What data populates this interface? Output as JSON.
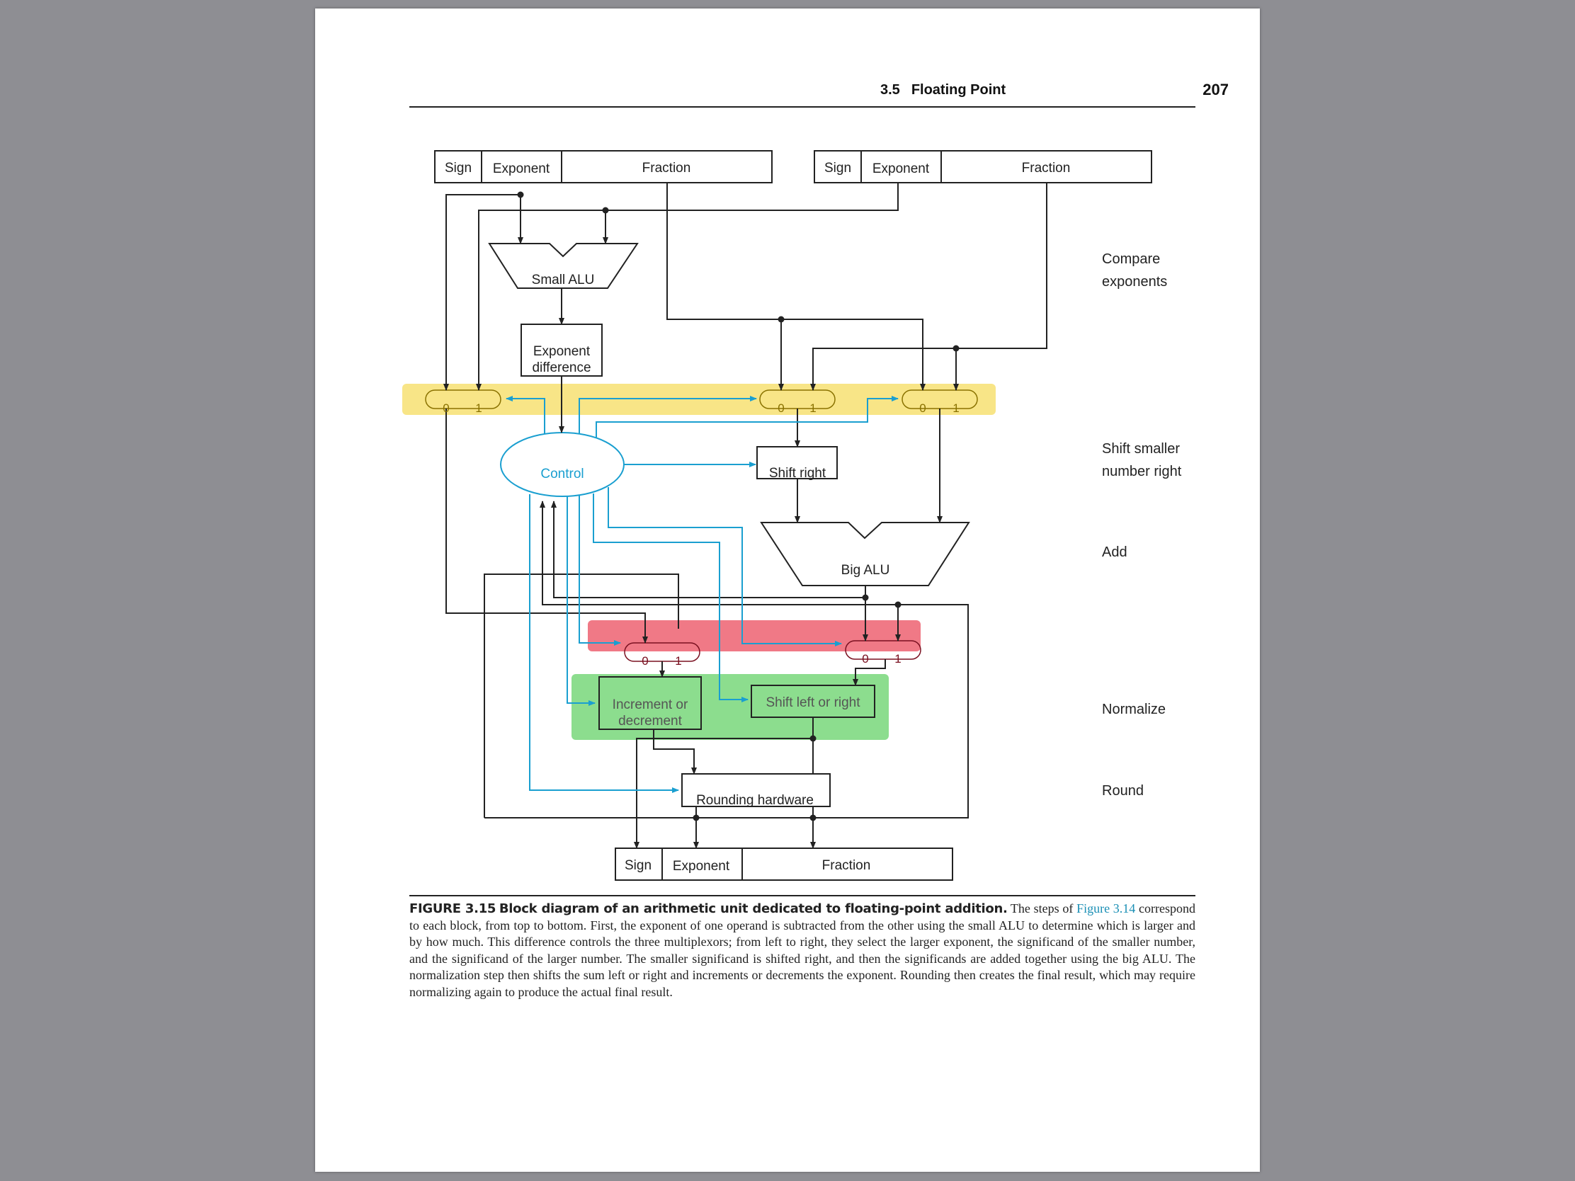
{
  "header": {
    "section_number": "3.5",
    "section_title": "Floating Point",
    "page_number": "207"
  },
  "diagram": {
    "input_a": {
      "sign": "Sign",
      "exponent": "Exponent",
      "fraction": "Fraction"
    },
    "input_b": {
      "sign": "Sign",
      "exponent": "Exponent",
      "fraction": "Fraction"
    },
    "output": {
      "sign": "Sign",
      "exponent": "Exponent",
      "fraction": "Fraction"
    },
    "small_alu": "Small ALU",
    "exponent_difference": [
      "Exponent",
      "difference"
    ],
    "control": "Control",
    "shift_right": "Shift right",
    "big_alu": "Big ALU",
    "increment_or_decrement": [
      "Increment or",
      "decrement"
    ],
    "shift_left_or_right": "Shift left or right",
    "rounding_hardware": "Rounding hardware",
    "mux_labels": [
      "0",
      "1"
    ],
    "steps": [
      {
        "lines": [
          "Compare",
          "exponents"
        ]
      },
      {
        "lines": [
          "Shift smaller",
          "number right"
        ]
      },
      {
        "lines": [
          "Add"
        ]
      },
      {
        "lines": [
          "Normalize"
        ]
      },
      {
        "lines": [
          "Round"
        ]
      }
    ],
    "highlight_colors": {
      "yellow": "#f7e27a",
      "red": "#ec5868",
      "green": "#6bd46e",
      "control_blue": "#1a9fd0"
    }
  },
  "caption": {
    "label": "FIGURE 3.15",
    "title": "Block diagram of an arithmetic unit dedicated to floating-point addition.",
    "text_before_link": " The steps of ",
    "link": "Figure 3.14",
    "text_after_link": " correspond to each block, from top to bottom. First, the exponent of one operand is subtracted from the other using the small ALU to determine which is larger and by how much. This difference controls the three multiplexors; from left to right, they select the larger exponent, the significand of the smaller number, and the significand of the larger number. The smaller significand is shifted right, and then the significands are added together using the big ALU. The normalization step then shifts the sum left or right and increments or decrements the exponent. Rounding then creates the final result, which may require normalizing again to produce the actual final result."
  }
}
